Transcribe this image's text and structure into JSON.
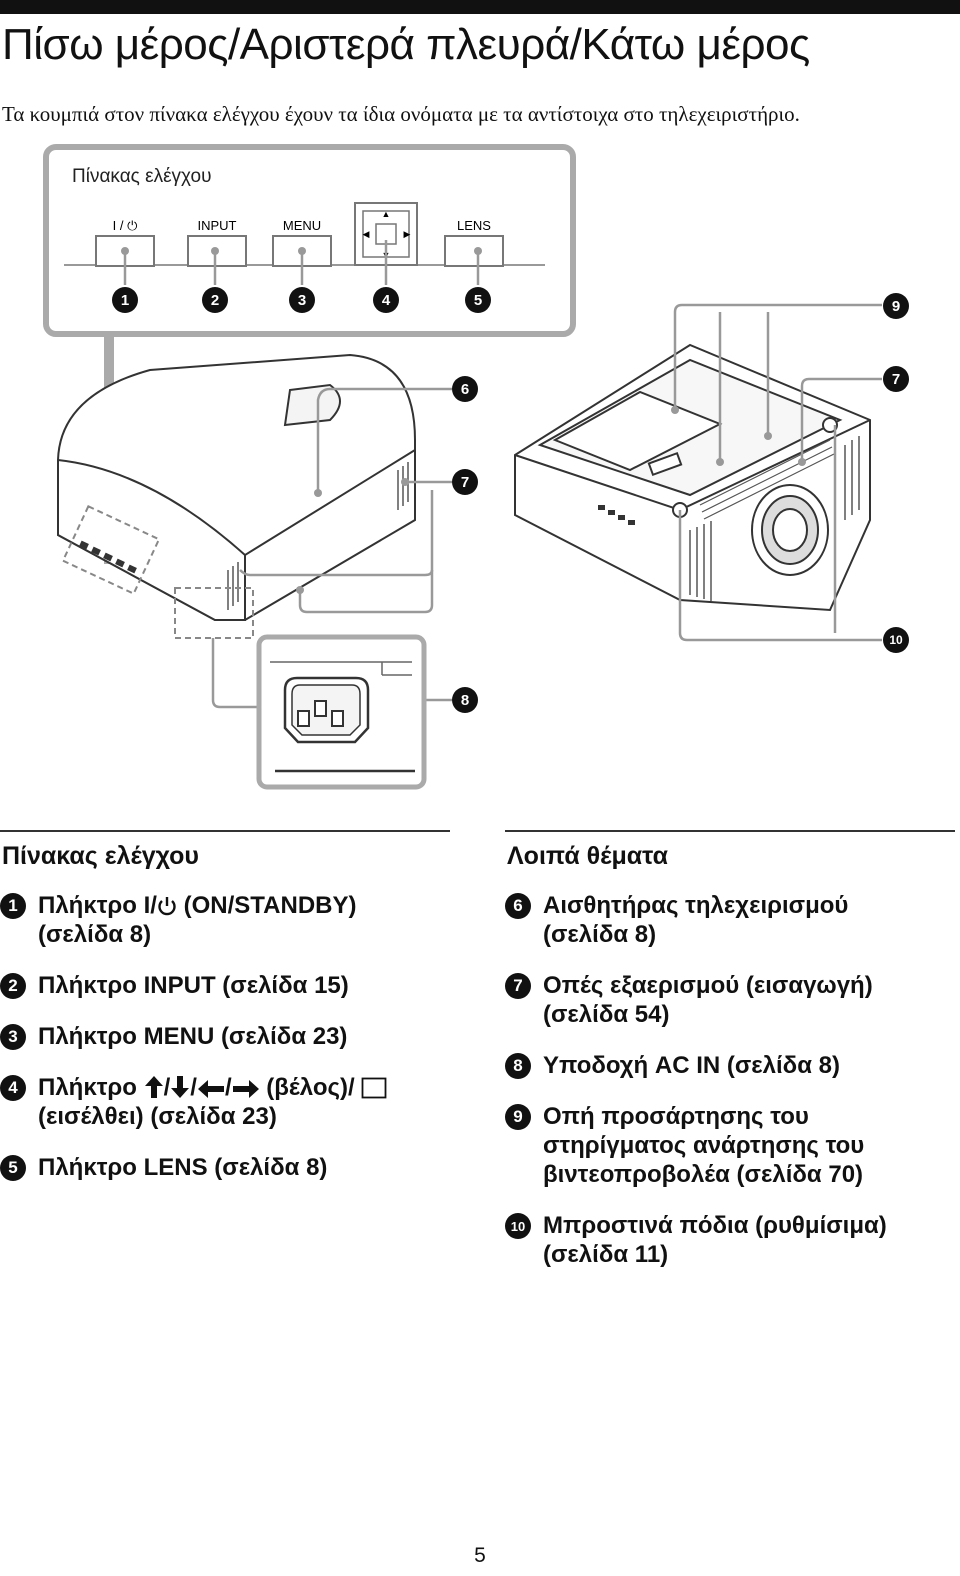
{
  "title": "Πίσω μέρος/Αριστερά πλευρά/Κάτω μέρος",
  "intro": "Τα κουμπιά στον πίνακα ελέγχου έχουν τα ίδια ονόματα με τα αντίστοιχα στο τηλεχειριστήριο.",
  "figure": {
    "panel_title": "Πίνακας ελέγχου",
    "button_labels": [
      "I / ⏻",
      "INPUT",
      "MENU",
      "",
      "LENS"
    ],
    "callouts": [
      "1",
      "2",
      "3",
      "4",
      "5",
      "6",
      "7",
      "7",
      "8",
      "9",
      "10"
    ]
  },
  "left": {
    "heading": "Πίνακας ελέγχου",
    "items": [
      {
        "num": "1",
        "a": "Πλήκτρο I/",
        "b": " (ON/STANDBY)",
        "c": "(σελίδα 8)"
      },
      {
        "num": "2",
        "text": "Πλήκτρο INPUT (σελίδα 15)"
      },
      {
        "num": "3",
        "text": "Πλήκτρο MENU (σελίδα 23)"
      },
      {
        "num": "4",
        "a": "Πλήκτρο ",
        "b": " (βέλος)/ ",
        "c": "(εισέλθει) (σελίδα 23)"
      },
      {
        "num": "5",
        "text": "Πλήκτρο LENS (σελίδα 8)"
      }
    ]
  },
  "right": {
    "heading": "Λοιπά θέματα",
    "items": [
      {
        "num": "6",
        "l1": "Αισθητήρας τηλεχειρισμού",
        "l2": "(σελίδα 8)"
      },
      {
        "num": "7",
        "l1": "Οπές εξαερισμού (εισαγωγή)",
        "l2": "(σελίδα 54)"
      },
      {
        "num": "8",
        "l1": "Υποδοχή AC IN (σελίδα 8)"
      },
      {
        "num": "9",
        "l1": "Οπή προσάρτησης του",
        "l2": "στηρίγματος ανάρτησης του",
        "l3": "βιντεοπροβολέα (σελίδα 70)"
      },
      {
        "num": "10",
        "l1": "Μπροστινά πόδια (ρυθμίσιμα)",
        "l2": "(σελίδα 11)"
      }
    ]
  },
  "page_number": "5"
}
